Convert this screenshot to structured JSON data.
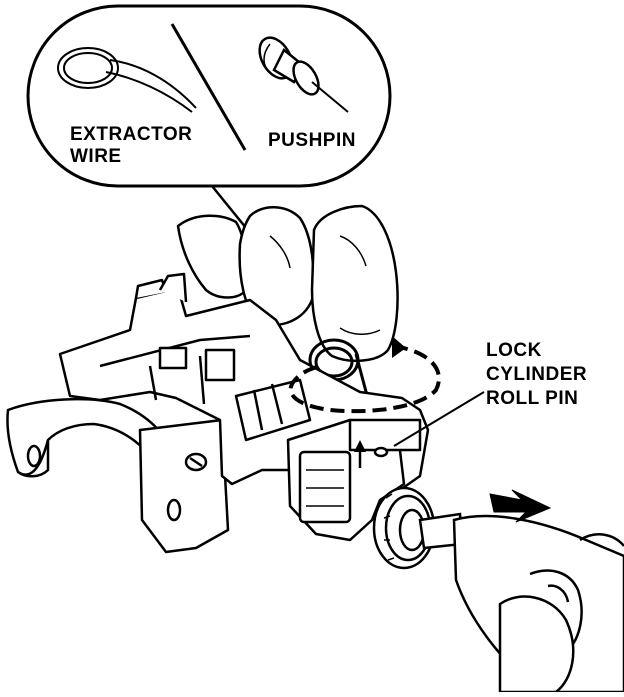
{
  "callout": {
    "left_label_line1": "EXTRACTOR",
    "left_label_line2": "WIRE",
    "right_label": "PUSHPIN",
    "left_icon": "extractor-wire-icon",
    "right_icon": "pushpin-icon"
  },
  "annotation": {
    "line1": "LOCK",
    "line2": "CYLINDER",
    "line3": "ROLL PIN"
  },
  "colors": {
    "ink": "#000000",
    "paper": "#ffffff"
  }
}
